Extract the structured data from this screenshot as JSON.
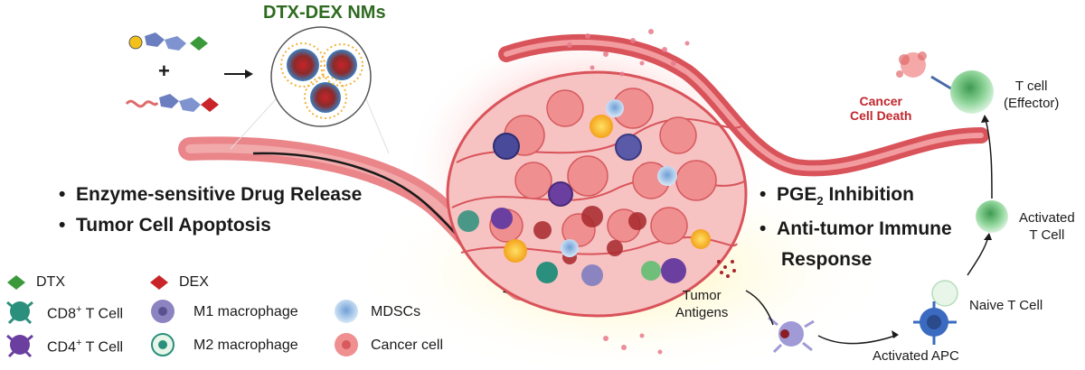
{
  "title": "DTX-DEX NMs",
  "plus": "+",
  "left_bullets": [
    "Enzyme-sensitive Drug Release",
    "Tumor Cell Apoptosis"
  ],
  "right_bullets": {
    "pge2_prefix": "PGE",
    "pge2_sub": "2",
    "pge2_suffix": " Inhibition",
    "immune_line1": "Anti-tumor Immune",
    "immune_line2": "Response"
  },
  "cancer_death": [
    "Cancer",
    "Cell Death"
  ],
  "t_cell_effector": [
    "T cell",
    "(Effector)"
  ],
  "activated_t_cell": [
    "Activated",
    "T Cell"
  ],
  "naive_t_cell": "Naive T Cell",
  "activated_apc": "Activated APC",
  "tumor_antigens": [
    "Tumor",
    "Antigens"
  ],
  "legend": {
    "dtx": "DTX",
    "dex": "DEX",
    "cd8_prefix": "CD8",
    "cd4_prefix": "CD4",
    "tcell_sup": "+",
    "tcell_suffix": " T Cell",
    "m1": "M1 macrophage",
    "m2": "M2 macrophage",
    "mdscs": "MDSCs",
    "cancer_cell": "Cancer cell"
  },
  "colors": {
    "title_green": "#2e6b1f",
    "dtx_green": "#3a9a3a",
    "dex_red": "#c8242a",
    "vessel_red": "#d9535a",
    "cancer_death_red": "#c0272d",
    "tumor_pink": "#f2a0a2",
    "cd8_teal": "#2a8f7c",
    "cd4_purple": "#6b3fa0",
    "m1_lavender": "#8b84c0",
    "mdsc_blue": "#9fbfe6",
    "tcell_green": "#6fbf7a"
  }
}
